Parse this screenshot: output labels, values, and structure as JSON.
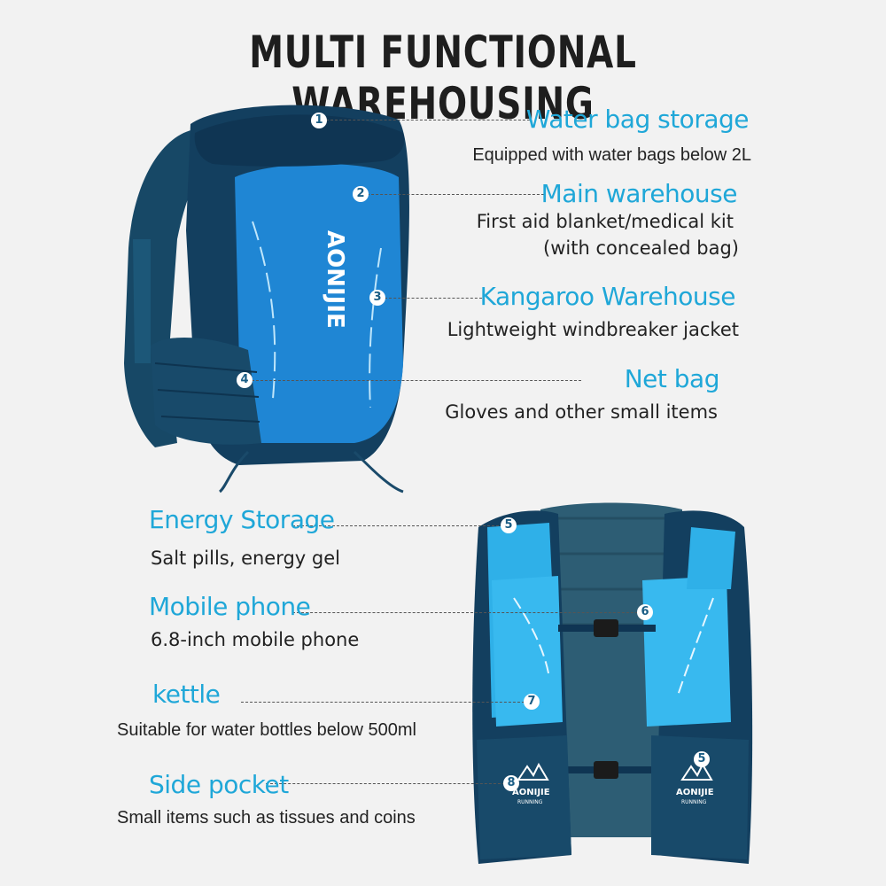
{
  "page": {
    "title": "MULTI FUNCTIONAL WAREHOUSING"
  },
  "brand": {
    "name": "AONIJIE",
    "tagline": "RUNNING"
  },
  "colors": {
    "accent": "#1fa7d8",
    "pack_dark": "#123e5c",
    "pack_bright": "#1e88d6",
    "pack_light": "#2fb0e8"
  },
  "features": [
    {
      "number": "1",
      "title": "Water bag storage",
      "desc_lines": [
        "Equipped with water bags below 2L"
      ]
    },
    {
      "number": "2",
      "title": "Main warehouse",
      "desc_lines": [
        "First aid blanket/medical kit",
        "(with concealed bag)"
      ]
    },
    {
      "number": "3",
      "title": "Kangaroo Warehouse",
      "desc_lines": [
        "Lightweight windbreaker jacket"
      ]
    },
    {
      "number": "4",
      "title": "Net bag",
      "desc_lines": [
        "Gloves and other small items"
      ]
    },
    {
      "number": "5",
      "title": "Energy Storage",
      "desc_lines": [
        "Salt pills, energy gel"
      ]
    },
    {
      "number": "6",
      "title": "Mobile phone",
      "desc_lines": [
        "6.8-inch mobile phone"
      ]
    },
    {
      "number": "7",
      "title": "kettle",
      "desc_lines": [
        "Suitable for water bottles below 500ml"
      ]
    },
    {
      "number": "8",
      "title": "Side pocket",
      "desc_lines": [
        "Small items such as tissues and coins"
      ]
    }
  ]
}
